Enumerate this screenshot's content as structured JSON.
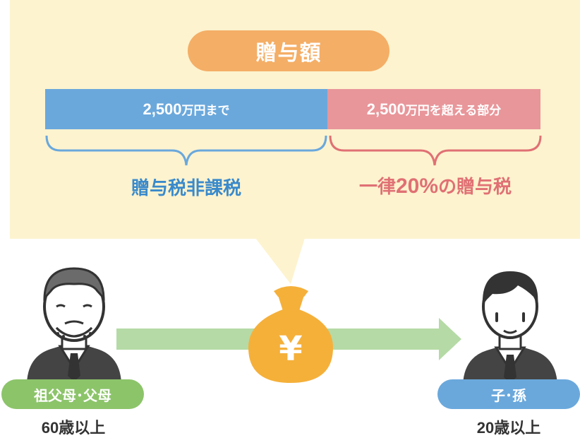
{
  "title": "贈与額",
  "bar_left": {
    "amount": "2,500",
    "suffix": "万円まで"
  },
  "bar_right": {
    "amount": "2,500",
    "suffix": "万円を超える部分"
  },
  "label_left": "贈与税非課税",
  "label_right": {
    "prefix": "一律",
    "rate": "20%",
    "suffix": "の贈与税"
  },
  "giver": {
    "label": "祖父母･父母",
    "age": "60歳以上"
  },
  "receiver": {
    "label": "子･孫",
    "age": "20歳以上"
  },
  "money_symbol": "¥",
  "colors": {
    "panel": "#fdf3cf",
    "title": "#f4ae66",
    "blue": "#6aa8dc",
    "red": "#e8969a",
    "green": "#8cc46a",
    "arrow": "#b5daa6",
    "bag": "#f5b03a"
  }
}
